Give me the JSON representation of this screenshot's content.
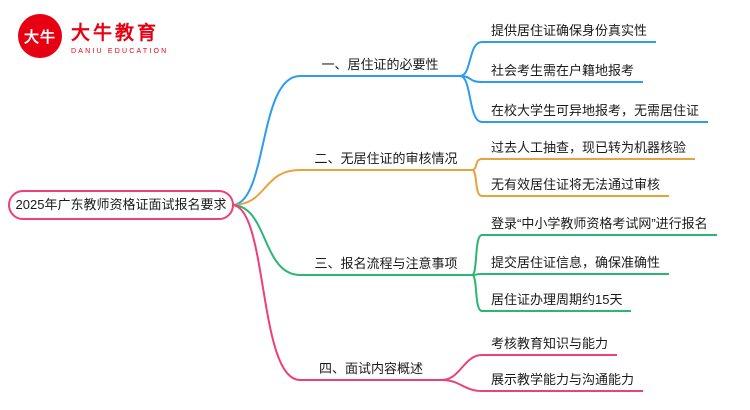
{
  "logo": {
    "badge_text": "大牛",
    "brand_cn": "大牛教育",
    "brand_en": "DANIU EDUCATION",
    "brand_color": "#e60012"
  },
  "root": {
    "label": "2025年广东教师资格证面试报名要求",
    "color": "#ed3f78"
  },
  "branches": [
    {
      "label": "一、居住证的必要性",
      "color": "#2e9bf0",
      "children": [
        {
          "label": "提供居住证确保身份真实性"
        },
        {
          "label": "社会考生需在户籍地报考"
        },
        {
          "label": "在校大学生可异地报考，无需居住证"
        }
      ]
    },
    {
      "label": "二、无居住证的审核情况",
      "color": "#e8a33c",
      "children": [
        {
          "label": "过去人工抽查，现已转为机器核验"
        },
        {
          "label": "无有效居住证将无法通过审核"
        }
      ]
    },
    {
      "label": "三、报名流程与注意事项",
      "color": "#2bb673",
      "children": [
        {
          "label": "登录“中小学教师资格考试网”进行报名"
        },
        {
          "label": "提交居住证信息，确保准确性"
        },
        {
          "label": "居住证办理周期约15天"
        }
      ]
    },
    {
      "label": "四、面试内容概述",
      "color": "#ed3f78",
      "children": [
        {
          "label": "考核教育知识与能力"
        },
        {
          "label": "展示教学能力与沟通能力"
        }
      ]
    }
  ]
}
